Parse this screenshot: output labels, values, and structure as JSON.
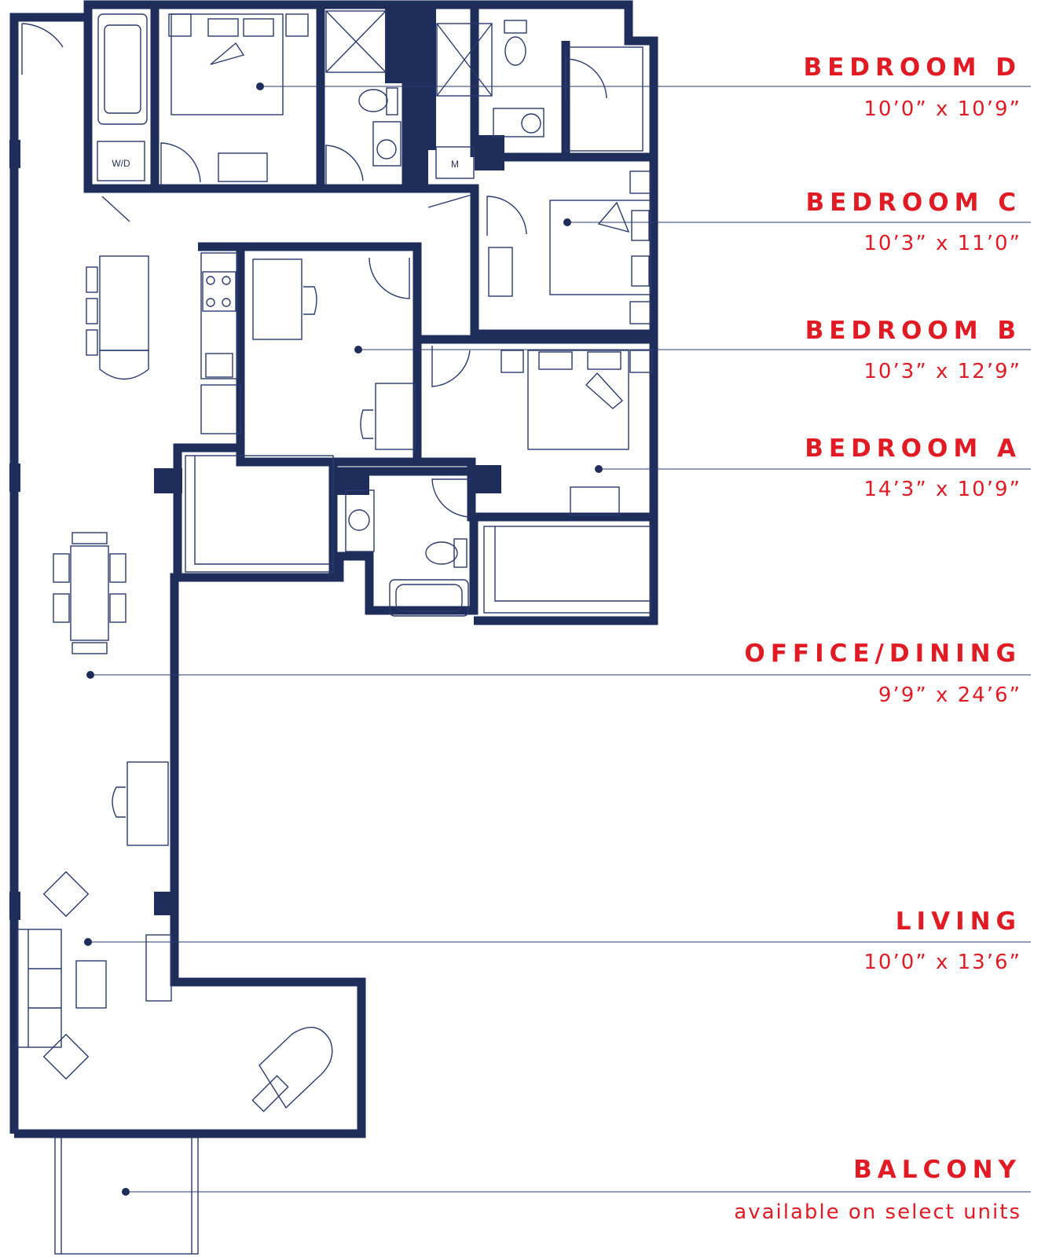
{
  "colors": {
    "wall": "#1f2d5a",
    "line": "#2a3a6e",
    "label": "#e01b24",
    "background": "#ffffff"
  },
  "fixtures": {
    "laundry": "W/D",
    "mechanical": "M"
  },
  "rooms": [
    {
      "id": "bedroom-d",
      "name": "BEDROOM D",
      "dimensions": "10’0” x 10’9”"
    },
    {
      "id": "bedroom-c",
      "name": "BEDROOM C",
      "dimensions": "10’3” x 11’0”"
    },
    {
      "id": "bedroom-b",
      "name": "BEDROOM B",
      "dimensions": "10’3” x 12’9”"
    },
    {
      "id": "bedroom-a",
      "name": "BEDROOM A",
      "dimensions": "14’3” x 10’9”"
    },
    {
      "id": "office-dining",
      "name": "OFFICE/DINING",
      "dimensions": "9’9” x 24’6”"
    },
    {
      "id": "living",
      "name": "LIVING",
      "dimensions": "10’0” x 13’6”"
    },
    {
      "id": "balcony",
      "name": "BALCONY",
      "dimensions": "available on select units"
    }
  ]
}
